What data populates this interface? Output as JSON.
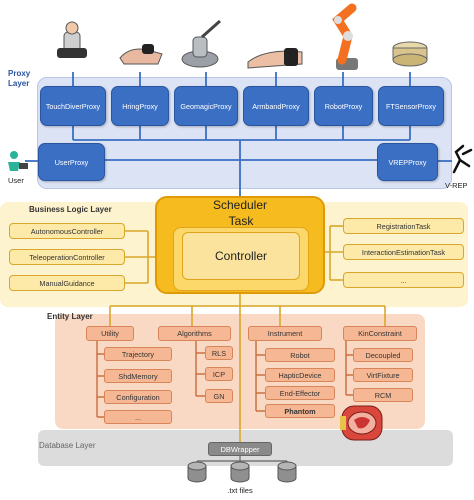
{
  "layers": {
    "proxy": "Proxy\nLayer",
    "business": "Business Logic Layer",
    "entity": "Entity Layer",
    "database": "Database Layer"
  },
  "proxies": [
    "TouchDiverProxy",
    "HringProxy",
    "GeomagicProxy",
    "ArmbandProxy",
    "RobotProxy",
    "FTSensorProxy"
  ],
  "user_proxy": "UserProxy",
  "vrep_proxy": "VREPProxy",
  "user_label": "User",
  "vrep_label": "V-REP",
  "scheduler": {
    "title": "Scheduler",
    "task": "Task",
    "controller": "Controller"
  },
  "left_controllers": [
    "AutonomousController",
    "TeleoperationController",
    "ManualGuidance"
  ],
  "right_tasks": [
    "RegistrationTask",
    "InteractionEstimationTask",
    "..."
  ],
  "entity": {
    "utility": {
      "title": "Utility",
      "items": [
        "Trajectory",
        "ShdMemory",
        "Configuration",
        "..."
      ]
    },
    "algorithms": {
      "title": "Algorithms",
      "items": [
        "RLS",
        "ICP",
        "GN"
      ]
    },
    "instrument": {
      "title": "Instrument",
      "items": [
        "Robot",
        "HapticDevice",
        "End-Effector",
        "Phantom"
      ]
    },
    "kinconstraint": {
      "title": "KinConstraint",
      "items": [
        "Decoupled",
        "VirtFixture",
        "RCM"
      ]
    }
  },
  "db": {
    "wrapper": "DBWrapper",
    "files": ".txt files"
  },
  "colors": {
    "proxy_blue": "#3a6fc4",
    "scheduler_orange": "#f6bb1f",
    "entity_salmon": "#f6b894"
  }
}
